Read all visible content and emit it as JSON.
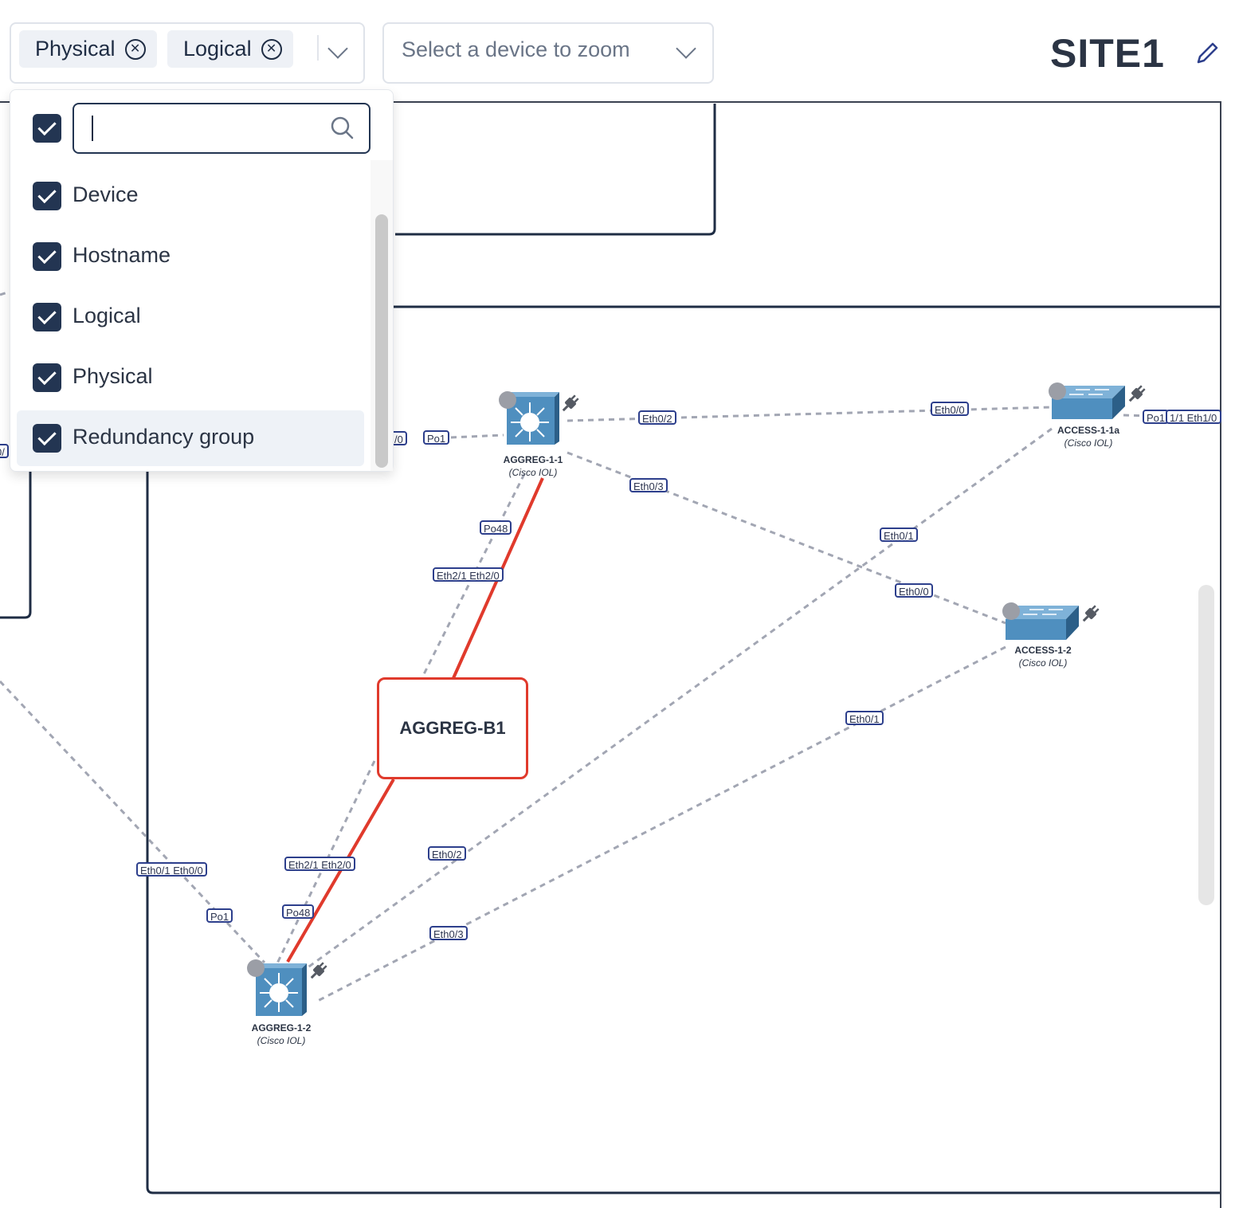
{
  "filter": {
    "chips": [
      "Physical",
      "Logical"
    ],
    "search_value": "",
    "options": [
      {
        "label": "Device",
        "checked": true
      },
      {
        "label": "Hostname",
        "checked": true
      },
      {
        "label": "Logical",
        "checked": true
      },
      {
        "label": "Physical",
        "checked": true
      },
      {
        "label": "Redundancy group",
        "checked": true,
        "highlighted": true
      }
    ]
  },
  "zoom": {
    "placeholder": "Select a device to zoom"
  },
  "site": {
    "title": "SITE1"
  },
  "topology": {
    "devices": [
      {
        "name": "AGGREG-1-1",
        "type": "(Cisco IOL)",
        "kind": "multilayer-switch"
      },
      {
        "name": "AGGREG-1-2",
        "type": "(Cisco IOL)",
        "kind": "multilayer-switch"
      },
      {
        "name": "ACCESS-1-1a",
        "type": "(Cisco IOL)",
        "kind": "switch"
      },
      {
        "name": "ACCESS-1-2",
        "type": "(Cisco IOL)",
        "kind": "switch"
      }
    ],
    "group": {
      "label": "AGGREG-B1",
      "color": "#e03a2c"
    },
    "ports": [
      "/0",
      "Po1",
      "0/",
      "Eth0/2",
      "Eth0/0",
      "Po1",
      "1/1 Eth1/0",
      "Eth0/3",
      "Po48",
      "Eth2/1 Eth2/0",
      "Eth0/1",
      "Eth0/0",
      "Eth0/1",
      "Eth0/1 Eth0/0",
      "Po1",
      "Eth2/1 Eth2/0",
      "Eth0/2",
      "Po48",
      "Eth0/3"
    ]
  }
}
